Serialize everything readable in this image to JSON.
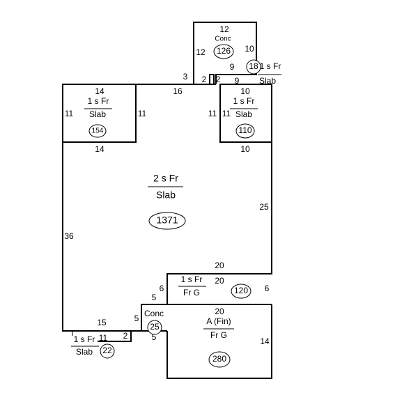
{
  "main": {
    "label": "2 s Fr",
    "construction": "Slab",
    "area": "1371",
    "dims": {
      "left": "36",
      "right": "25",
      "top_a": "3",
      "top_b": "16",
      "bottom": "15"
    }
  },
  "conc_top": {
    "label": "Conc",
    "area": "126",
    "dims": {
      "top": "12",
      "left": "12",
      "right": "10",
      "bottom": "9",
      "step": "2",
      "step2": "2"
    }
  },
  "porch_slab": {
    "label": "1 s Fr",
    "construction": "Slab",
    "area": "18",
    "dims": {
      "bottom": "9"
    }
  },
  "wing_left": {
    "label": "1 s Fr",
    "construction": "Slab",
    "area": "154",
    "dims": {
      "top": "14",
      "bottom": "14",
      "left": "11",
      "right": "11"
    }
  },
  "wing_right": {
    "label": "1 s Fr",
    "construction": "Slab",
    "area": "110",
    "dims": {
      "top": "10",
      "bottom": "10",
      "left": "11",
      "right": "11"
    }
  },
  "garage_upper": {
    "label": "1 s Fr",
    "construction": "Fr G",
    "area": "120",
    "dims": {
      "top": "20",
      "inner_top": "20",
      "left": "6",
      "right": "6"
    }
  },
  "garage_lower": {
    "label": "A (Fin)",
    "construction": "Fr G",
    "area": "280",
    "dims": {
      "top": "20",
      "right": "14"
    }
  },
  "conc_small": {
    "label": "Conc",
    "area": "25",
    "dims": {
      "left": "5",
      "bottom": "5",
      "top": "5"
    }
  },
  "small_slab": {
    "label": "1 s Fr",
    "construction": "Slab",
    "area": "22",
    "dims": {
      "top": "11",
      "right": "2"
    }
  }
}
